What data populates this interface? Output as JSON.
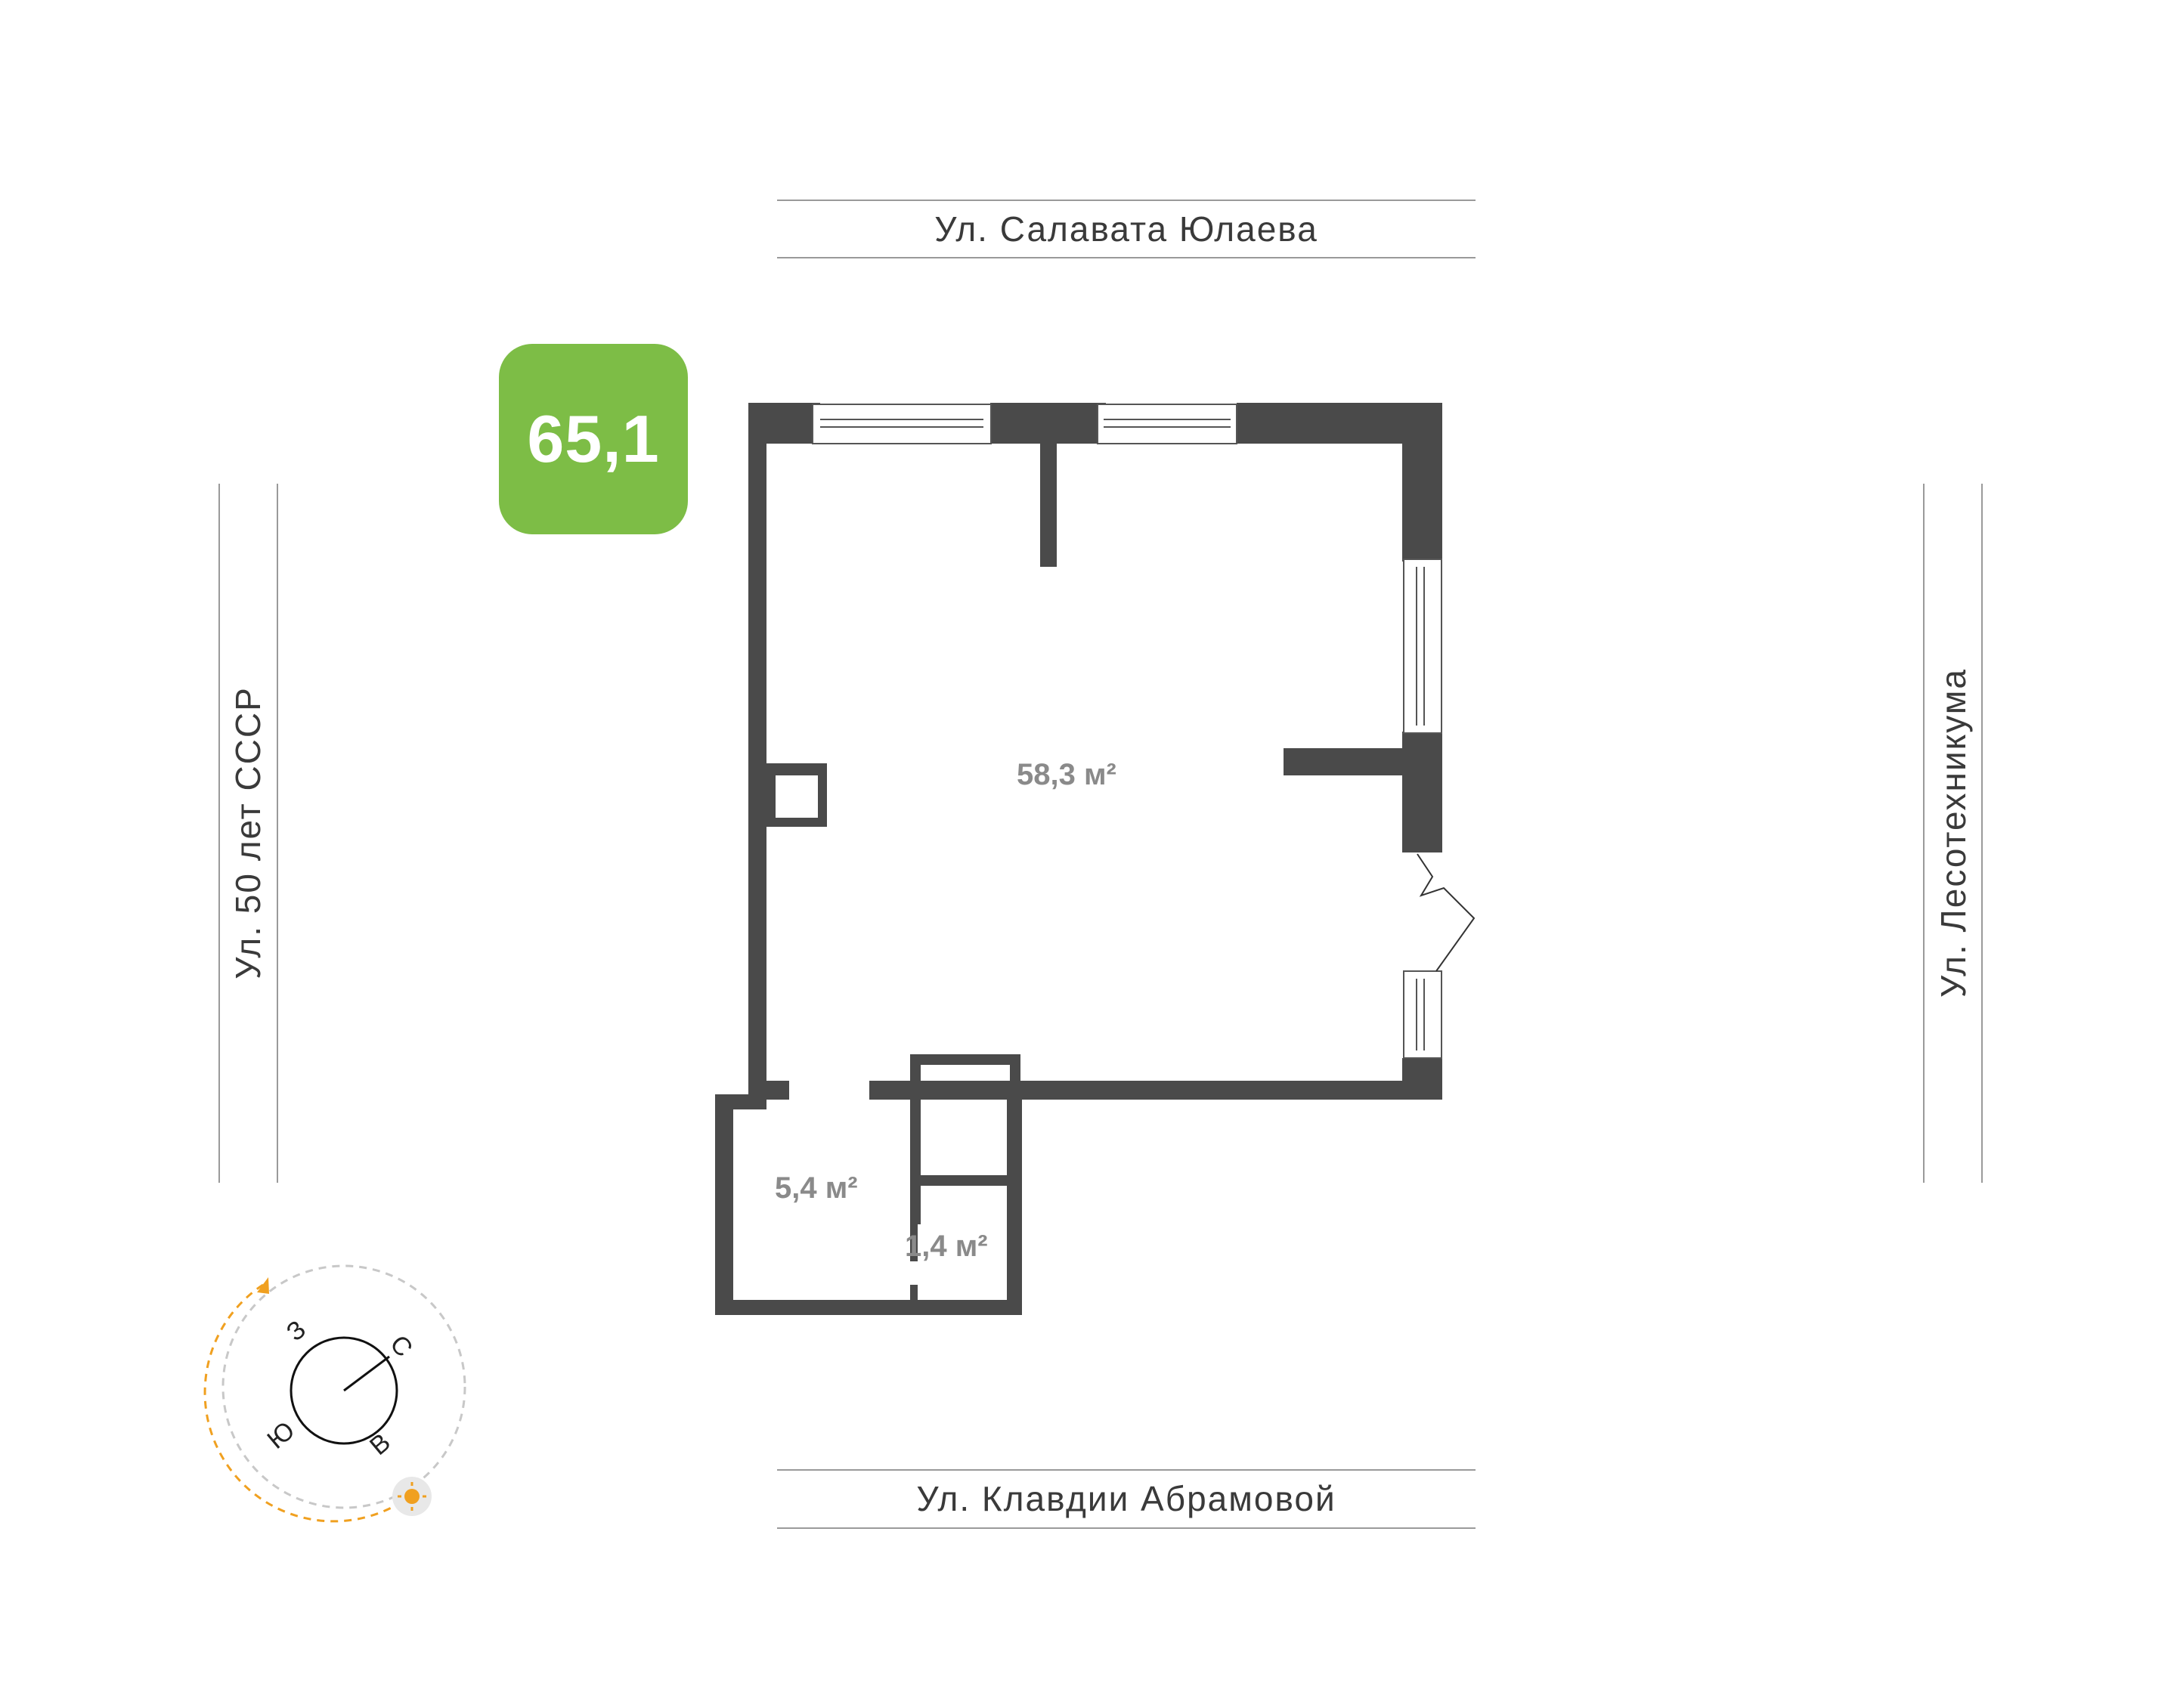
{
  "plan": {
    "total_area": "65,1",
    "rooms": [
      {
        "id": "main",
        "area": "58,3 м²"
      },
      {
        "id": "hall",
        "area": "5,4 м²"
      },
      {
        "id": "bath",
        "area": "1,4 м²"
      }
    ]
  },
  "streets": {
    "top": "Ул. Салавата Юлаева",
    "bottom": "Ул. Клавдии Абрамовой",
    "left": "Ул. 50 лет СССР",
    "right": "Ул. Лесотехникума"
  },
  "compass": {
    "north": "С",
    "south": "Ю",
    "east": "В",
    "west": "З",
    "sun_icon": "sun-icon"
  },
  "colors": {
    "wall": "#4a4a4a",
    "badge": "#7dbd46",
    "area_text": "#8a8a8a",
    "sun_path": "#f0a020"
  }
}
